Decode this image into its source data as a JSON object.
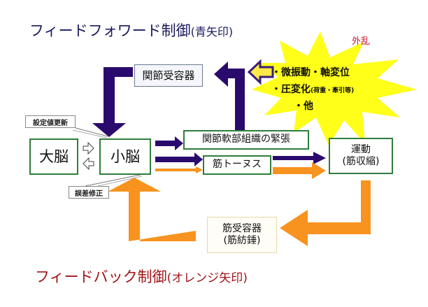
{
  "titles": {
    "feedforward": {
      "main": "フィードフォワード制御",
      "sub": "(青矢印)",
      "color": "#1a1a5e"
    },
    "feedback": {
      "main": "フィードバック制御",
      "sub": "(オレンジ矢印)",
      "color": "#a01418"
    }
  },
  "colors": {
    "feedforward_arrow": "#2b0a6e",
    "feedback_arrow": "#f7931e",
    "box_border": "#2e7d3a",
    "burst_fill": "#ffff1a",
    "disturbance_label": "#c8102e"
  },
  "boxes": {
    "cerebrum": "大脳",
    "cerebellum": "小脳",
    "joint_receptor": "関節受容器",
    "joint_tissue_tension": "関節軟部組織の緊張",
    "muscle_tone": "筋トーヌス",
    "movement_line1": "運動",
    "movement_line2": "(筋収縮)",
    "muscle_receptor_line1": "筋受容器",
    "muscle_receptor_line2": "(筋紡錘)"
  },
  "callouts": {
    "setpoint_update": "設定値更新",
    "error_correction": "誤差修正"
  },
  "disturbance": {
    "label": "外乱",
    "line1": "・微振動・軸変位",
    "line2_main": "・圧変化",
    "line2_note": "(荷重・牽引等)",
    "line3": "・他"
  }
}
